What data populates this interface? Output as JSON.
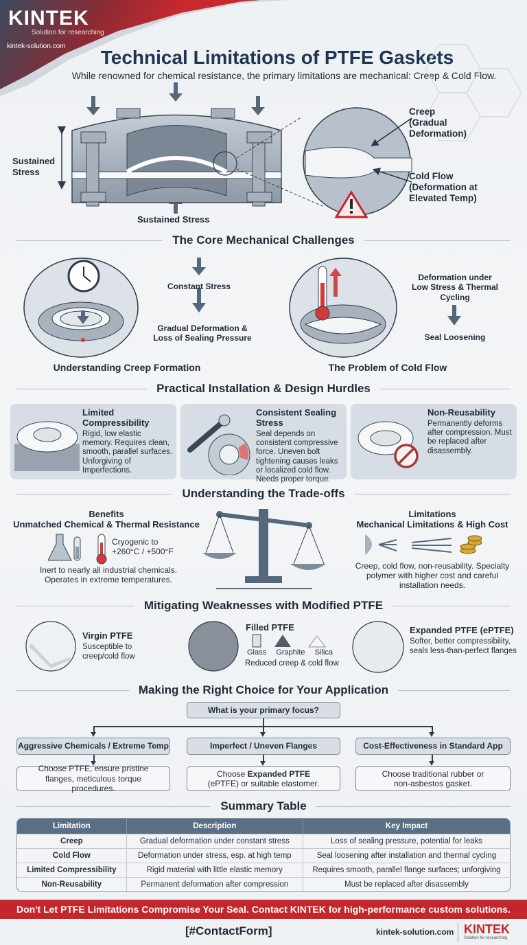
{
  "brand": {
    "logo_text": "KINTEK",
    "tagline": "Solution for researching",
    "url": "kintek-solution.com",
    "accent_color": "#c4262c",
    "navy_color": "#1e3550"
  },
  "header": {
    "title": "Technical Limitations of PTFE Gaskets",
    "subtitle": "While renowned for chemical resistance, the primary limitations are mechanical: Creep & Cold Flow."
  },
  "hero": {
    "left_label": "Sustained Stress",
    "bottom_label": "Sustained Stress",
    "detail_creep_title": "Creep",
    "detail_creep_desc": "(Gradual Deformation)",
    "detail_coldflow_title": "Cold Flow",
    "detail_coldflow_desc": "(Deformation at Elevated Temp)",
    "icons": [
      "down-arrow-icon",
      "warning-icon"
    ]
  },
  "core": {
    "heading": "The Core Mechanical Challenges",
    "creep": {
      "caption": "Understanding Creep Formation",
      "step1": "Constant Stress",
      "step2": "Gradual Deformation & Loss of Sealing Pressure",
      "icon": "clock-icon"
    },
    "coldflow": {
      "caption": "The Problem of Cold Flow",
      "step1": "Deformation under Low Stress & Thermal Cycling",
      "step2": "Seal Loosening",
      "icon": "thermometer-icon"
    }
  },
  "hurdles": {
    "heading": "Practical Installation & Design Hurdles",
    "cards": [
      {
        "title": "Limited Compressibility",
        "desc": "Rigid, low elastic memory. Requires clean, smooth, parallel surfaces. Unforgiving of Imperfections.",
        "icon": "gasket-ring-icon"
      },
      {
        "title": "Consistent Sealing Stress",
        "desc": "Seal depends on consistent compressive force. Uneven bolt tightening causes leaks or localized cold flow. Needs proper torque.",
        "icon": "torque-wrench-icon"
      },
      {
        "title": "Non-Reusability",
        "desc": "Permanently deforms after compression. Must be replaced after disassembly.",
        "icon": "no-reuse-icon"
      }
    ]
  },
  "tradeoffs": {
    "heading": "Understanding the Trade-offs",
    "benefits": {
      "title": "Benefits",
      "subtitle": "Unmatched Chemical & Thermal Resistance",
      "temp_line1": "Cryogenic to",
      "temp_line2": "+260°C / +500°F",
      "desc": "Inert to nearly all industrial chemicals. Operates in extreme temperatures."
    },
    "limitations": {
      "title": "Limitations",
      "subtitle": "Mechanical Limitations & High Cost",
      "desc": "Creep, cold flow, non-reusability. Specialty polymer with higher cost and careful installation needs."
    }
  },
  "mitigating": {
    "heading": "Mitigating Weaknesses with Modified PTFE",
    "items": [
      {
        "title": "Virgin PTFE",
        "desc": "Susceptible to creep/cold flow"
      },
      {
        "title": "Filled PTFE",
        "fillers": [
          "Glass",
          "Graphite",
          "Silica"
        ],
        "desc": "Reduced creep & cold flow"
      },
      {
        "title": "Expanded PTFE (ePTFE)",
        "desc": "Softer, better compressibility, seals less-than-perfect flanges"
      }
    ]
  },
  "choice": {
    "heading": "Making the Right Choice for Your Application",
    "question": "What is your primary focus?",
    "options": [
      {
        "label": "Aggressive Chemicals / Extreme Temp",
        "result": "Choose PTFE, ensure pristine flanges, meticulous torque procedures."
      },
      {
        "label": "Imperfect / Uneven Flanges",
        "result_pre": "Choose ",
        "result_bold": "Expanded PTFE",
        "result_post": " (ePTFE) or suitable elastomer."
      },
      {
        "label": "Cost-Effectiveness in Standard App",
        "result": "Choose traditional rubber or non-asbestos gasket."
      }
    ]
  },
  "summary": {
    "heading": "Summary Table",
    "columns": [
      "Limitation",
      "Description",
      "Key Impact"
    ],
    "rows": [
      [
        "Creep",
        "Gradual deformation under constant stress",
        "Loss of sealing pressure, potential for leaks"
      ],
      [
        "Cold Flow",
        "Deformation under stress, esp. at high temp",
        "Seal loosening after installation and thermal cycling"
      ],
      [
        "Limited Compressibility",
        "Rigid material with little elastic memory",
        "Requires smooth, parallel flange surfaces; unforgiving"
      ],
      [
        "Non-Reusability",
        "Permanent deformation after compression",
        "Must be replaced after disassembly"
      ]
    ]
  },
  "footer": {
    "banner": "Don't Let PTFE Limitations Compromise Your Seal. Contact KINTEK for high-performance custom solutions.",
    "contact": "[#ContactForm]",
    "url": "kintek-solution.com",
    "logo_text": "KINTEK",
    "logo_sub": "Solution for researching"
  }
}
